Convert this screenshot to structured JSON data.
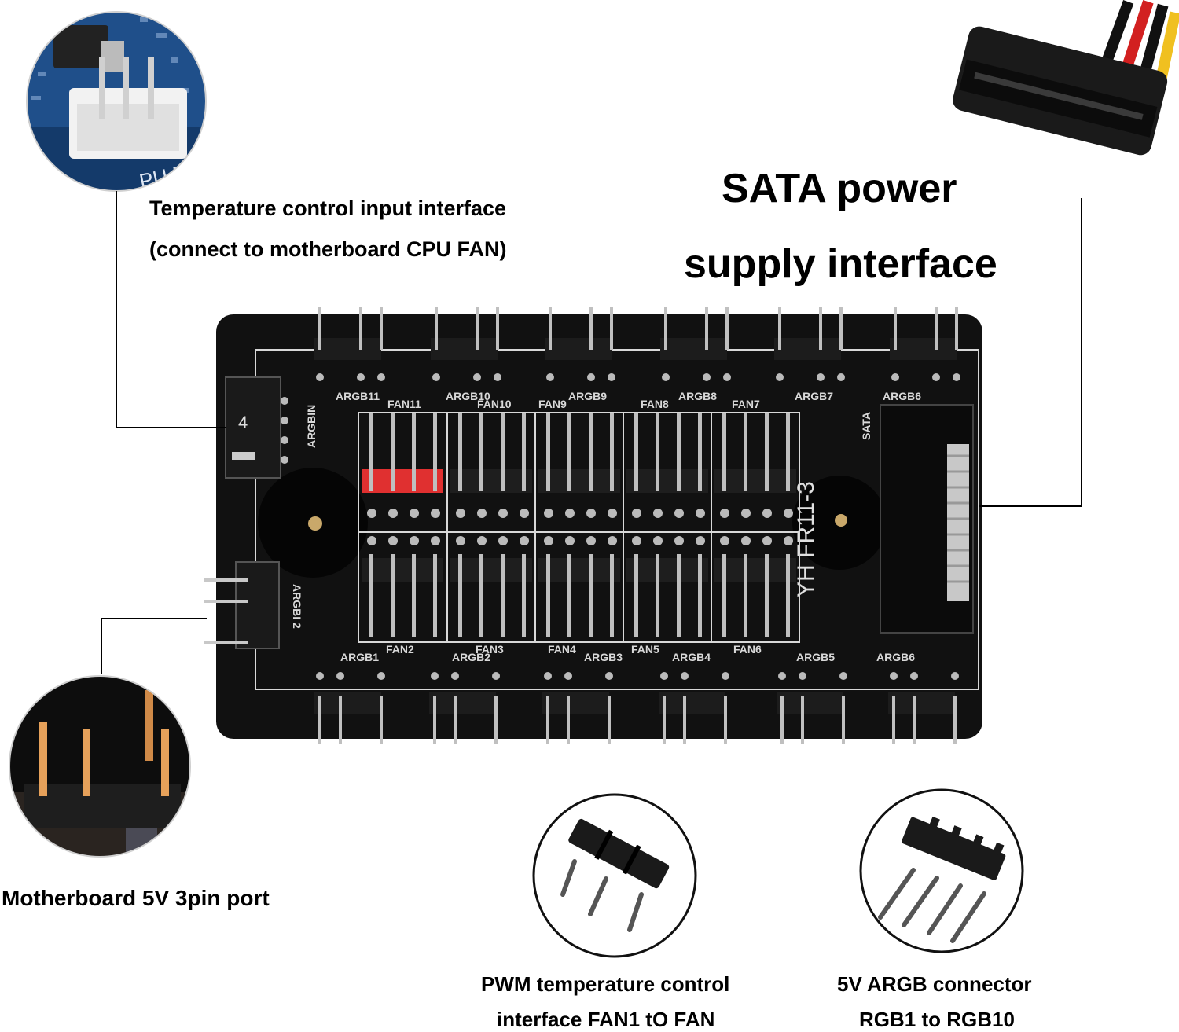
{
  "captions": {
    "temp_line1": "Temperature control input interface",
    "temp_line2": "(connect to motherboard CPU FAN)",
    "sata_line1": "SATA power",
    "sata_line2": "supply interface",
    "mb5v": "Motherboard 5V 3pin port",
    "pwm_line1": "PWM temperature control",
    "pwm_line2": "interface FAN1 tO FAN",
    "argb_line1": "5V ARGB connector",
    "argb_line2": "RGB1 to RGB10"
  },
  "board": {
    "model": "YH FR11-3",
    "argbin": "ARGBIN",
    "argbin_num": "4",
    "sata": "SATA",
    "argbi2": "ARGBI 2",
    "top_argb": [
      "ARGB11",
      "ARGB10",
      "ARGB9",
      "ARGB8",
      "ARGB7",
      "ARGB6"
    ],
    "top_fan": [
      "FAN11",
      "FAN10",
      "FAN9",
      "FAN8",
      "FAN7"
    ],
    "bottom_fan": [
      "FAN2",
      "FAN3",
      "FAN4",
      "FAN5",
      "FAN6"
    ],
    "bottom_argb": [
      "ARGB1",
      "ARGB2",
      "ARGB3",
      "ARGB4",
      "ARGB5",
      "ARGB6"
    ]
  },
  "colors": {
    "board": "#111111",
    "silkscreen": "#d8d8d8",
    "pwm_input_header": "#e03030",
    "pcb_blue": "#1f4f8a",
    "sata_wire_red": "#d22020",
    "sata_wire_yellow": "#f0c020"
  }
}
